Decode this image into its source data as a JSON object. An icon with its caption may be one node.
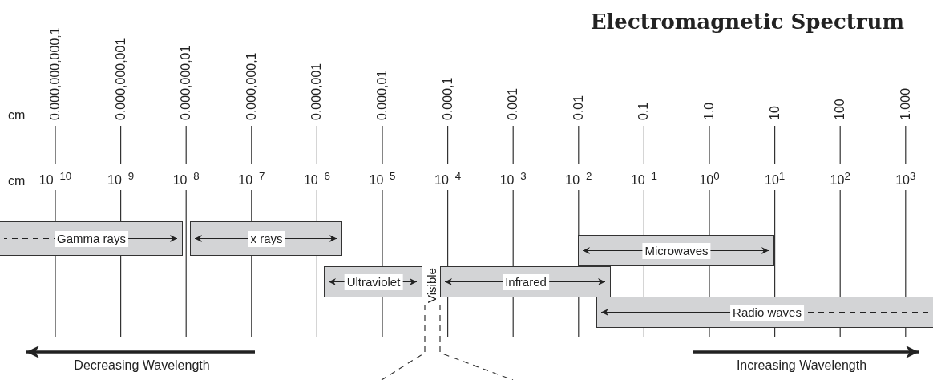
{
  "diagram": {
    "title": "Electromagnetic Spectrum",
    "nodes": [
      {
        "text": [
          "Gamma rays"
        ]
      },
      {
        "text": [
          "x rays"
        ]
      },
      {
        "text": [
          "Ultraviolet"
        ]
      },
      {
        "text": [
          "Visible"
        ]
      },
      {
        "text": [
          "Infrared"
        ]
      },
      {
        "text": [
          "Microwaves"
        ]
      },
      {
        "text": [
          "Radio waves"
        ]
      }
    ],
    "edges": [
      {
        "from": 3,
        "to": null,
        "arrow": "none",
        "style": "dashed"
      },
      {
        "from": 3,
        "to": null,
        "arrow": "none",
        "style": "dashed"
      }
    ],
    "labels": [
      "cm",
      "0.000,000,000,1",
      "0.000,000,001",
      "0.000,000,01",
      "0.000,000,1",
      "0.000,001",
      "0.000,01",
      "0.000,1",
      "0.001",
      "0.01",
      "0.1",
      "1.0",
      "10",
      "100",
      "1,000",
      "cm",
      "10$^{−10}$",
      "10$^{−9}$",
      "10$^{−8}$",
      "10$^{−7}$",
      "10$^{−6}$",
      "10$^{−5}$",
      "10$^{−4}$",
      "10$^{−3}$",
      "10$^{−2}$",
      "10$^{−1}$",
      "10$^{0}$",
      "10$^{1}$",
      "10$^{2}$",
      "10$^{3}$",
      "Decreasing Wavelength",
      "Increasing Wavelength"
    ]
  }
}
